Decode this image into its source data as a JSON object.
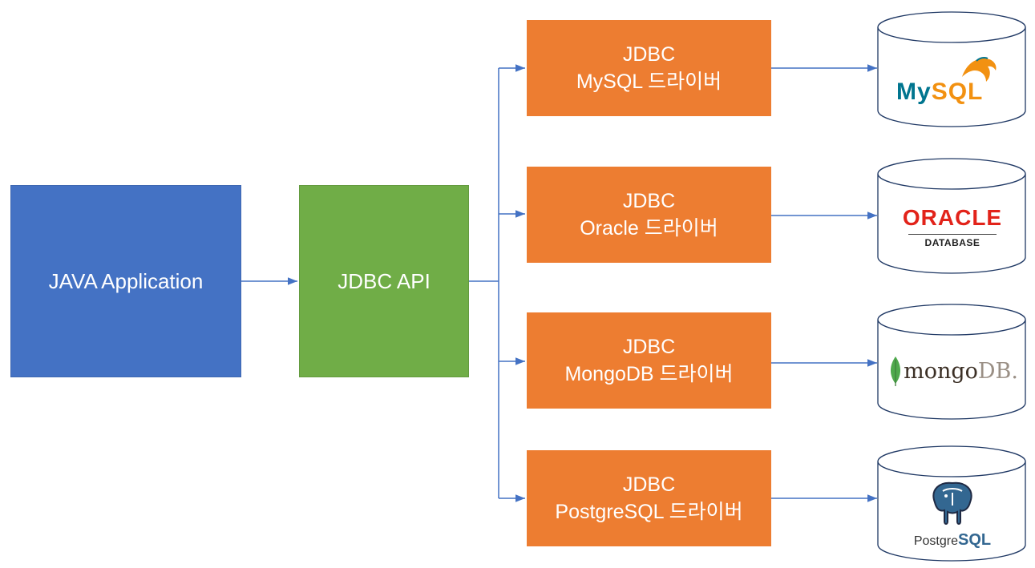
{
  "app": {
    "label": "JAVA Application"
  },
  "api": {
    "label": "JDBC API"
  },
  "drivers": [
    {
      "line1": "JDBC",
      "line2": "MySQL 드라이버"
    },
    {
      "line1": "JDBC",
      "line2": "Oracle 드라이버"
    },
    {
      "line1": "JDBC",
      "line2": "MongoDB 드라이버"
    },
    {
      "line1": "JDBC",
      "line2": "PostgreSQL 드라이버"
    }
  ],
  "databases": {
    "mysql": {
      "my": "My",
      "sql": "SQL"
    },
    "oracle": {
      "name": "ORACLE",
      "sub": "DATABASE"
    },
    "mongodb": {
      "mongo": "mongo",
      "db": "DB"
    },
    "postgresql": {
      "postgre": "Postgre",
      "sql": "SQL"
    }
  },
  "colors": {
    "app": "#4472c4",
    "api": "#70ad47",
    "driver": "#ed7d31",
    "arrow": "#4472c4"
  }
}
